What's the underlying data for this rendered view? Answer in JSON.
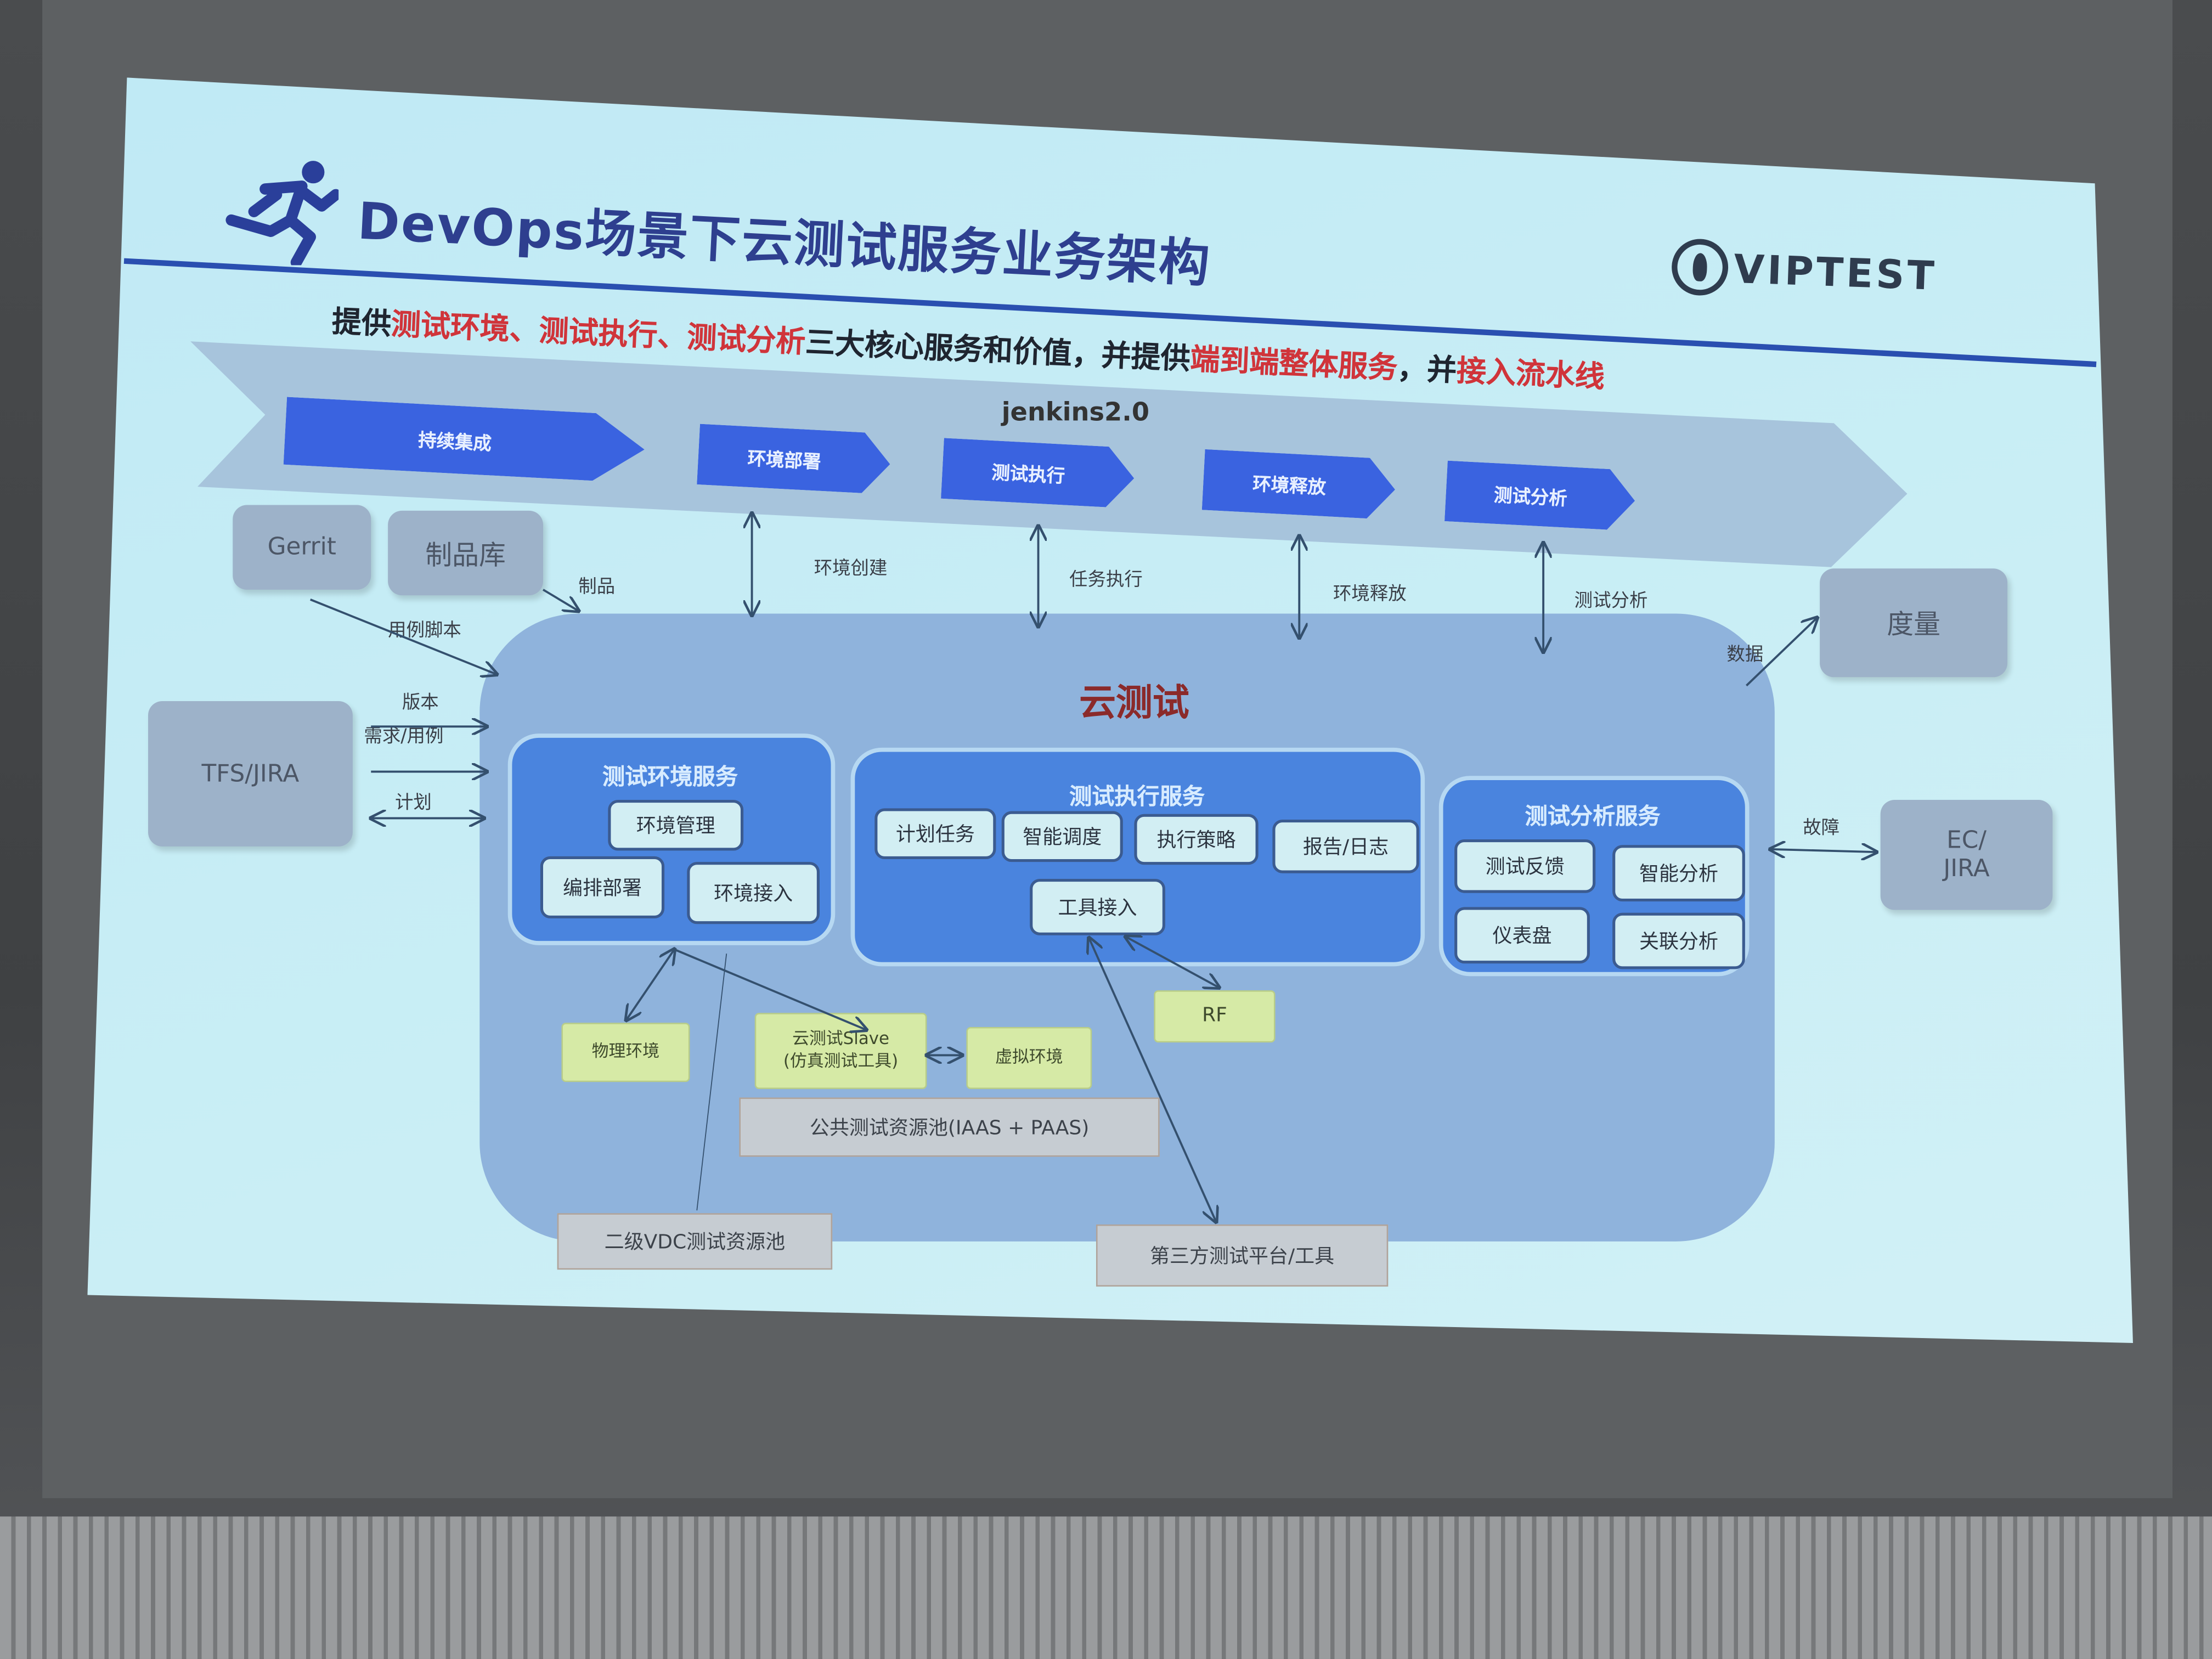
{
  "slide": {
    "title": "DevOps场景下云测试服务业务架构",
    "logo": "VIPTEST",
    "subtitle": [
      {
        "text": "提供",
        "red": false
      },
      {
        "text": "测试环境、测试执行、测试分析",
        "red": true
      },
      {
        "text": "三大核心服务和价值，并提供",
        "red": false
      },
      {
        "text": "端到端整体服务",
        "red": true
      },
      {
        "text": "，并",
        "red": false
      },
      {
        "text": "接入流水线",
        "red": true
      }
    ]
  },
  "pipeline": {
    "label": "jenkins2.0",
    "stages": [
      "持续集成",
      "环境部署",
      "测试执行",
      "环境释放",
      "测试分析"
    ],
    "links": [
      "环境创建",
      "任务执行",
      "环境释放",
      "测试分析"
    ]
  },
  "external": {
    "gerrit": "Gerrit",
    "artifact_repo": "制品库",
    "metrics": "度量",
    "tfs_jira": "TFS/JIRA",
    "ec_jira": "EC/\nJIRA",
    "labels": {
      "artifact": "制品",
      "case_script": "用例脚本",
      "version": "版本",
      "requirement_case": "需求/用例",
      "plan": "计划",
      "data": "数据",
      "fault": "故障"
    }
  },
  "cloud": {
    "title": "云测试",
    "env_service": {
      "title": "测试环境服务",
      "items": [
        "环境管理",
        "编排部署",
        "环境接入"
      ]
    },
    "exec_service": {
      "title": "测试执行服务",
      "items": [
        "计划任务",
        "智能调度",
        "执行策略",
        "报告/日志",
        "工具接入"
      ]
    },
    "analysis_service": {
      "title": "测试分析服务",
      "items": [
        "测试反馈",
        "智能分析",
        "仪表盘",
        "关联分析"
      ]
    },
    "resources": {
      "physical_env": "物理环境",
      "cloud_slave": "云测试Slave\n(仿真测试工具)",
      "virtual_env": "虚拟环境",
      "rf": "RF",
      "public_pool": "公共测试资源池(IAAS + PAAS)",
      "vdc_pool": "二级VDC测试资源池",
      "third_party": "第三方测试平台/工具"
    }
  },
  "colors": {
    "accent": "#3a63e0",
    "title": "#2e3f8f",
    "highlight": "#d0343a",
    "cloud": "#8fb3dc",
    "panel": "#4a84de"
  }
}
